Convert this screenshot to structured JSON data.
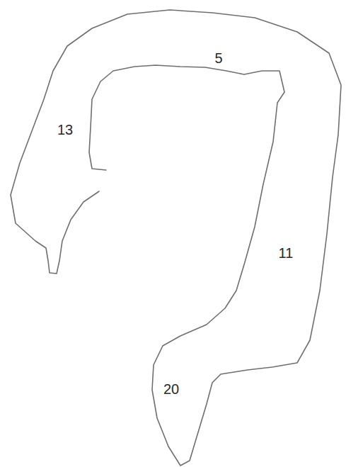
{
  "diagram": {
    "labels": [
      "13",
      "5",
      "11",
      "20"
    ]
  }
}
